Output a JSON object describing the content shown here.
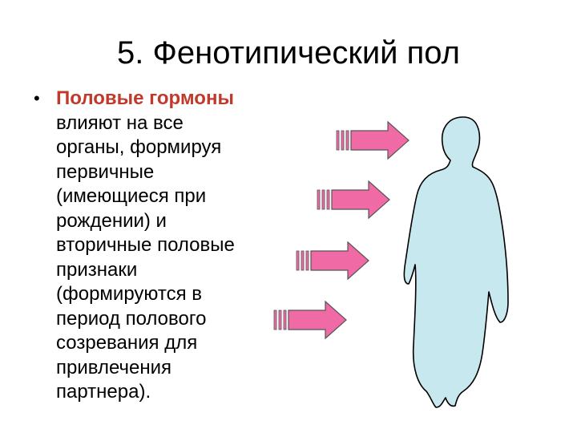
{
  "slide": {
    "title": "5. Фенотипический пол",
    "bullet": {
      "lead": "Половые гормоны",
      "lines": [
        "влияют на все",
        "органы, формируя",
        "первичные",
        "(имеющиеся при",
        "рождении) и",
        "вторичные половые",
        "признаки",
        "(формируются в",
        "период полового",
        "созревания для",
        "привлечения",
        "партнера)."
      ]
    }
  },
  "colors": {
    "lead_text": "#c0392b",
    "arrow_fill": "#f06aa6",
    "figure_fill": "#c7e8ee"
  }
}
